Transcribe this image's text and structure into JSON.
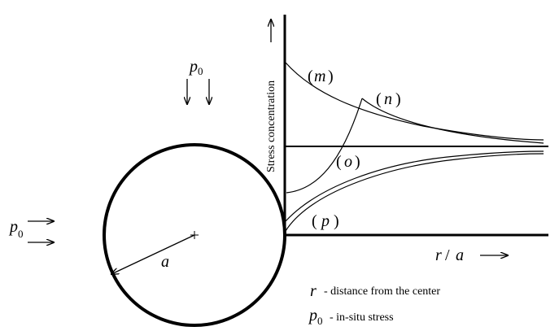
{
  "load": {
    "symbol": "p",
    "subscript": "0"
  },
  "radius_label": "a",
  "axes": {
    "y_label": "Stress concentration",
    "x_label_r": "r",
    "x_label_slash": "/",
    "x_label_a": "a"
  },
  "curve_labels": {
    "m": "m",
    "n": "n",
    "o": "o",
    "p": "p",
    "open_paren": "(",
    "close_paren": ")"
  },
  "legend": {
    "r_symbol": "r",
    "r_text": "- distance from the center",
    "p_symbol": "p",
    "p_sub": "0",
    "p_text": "- in-situ stress"
  }
}
